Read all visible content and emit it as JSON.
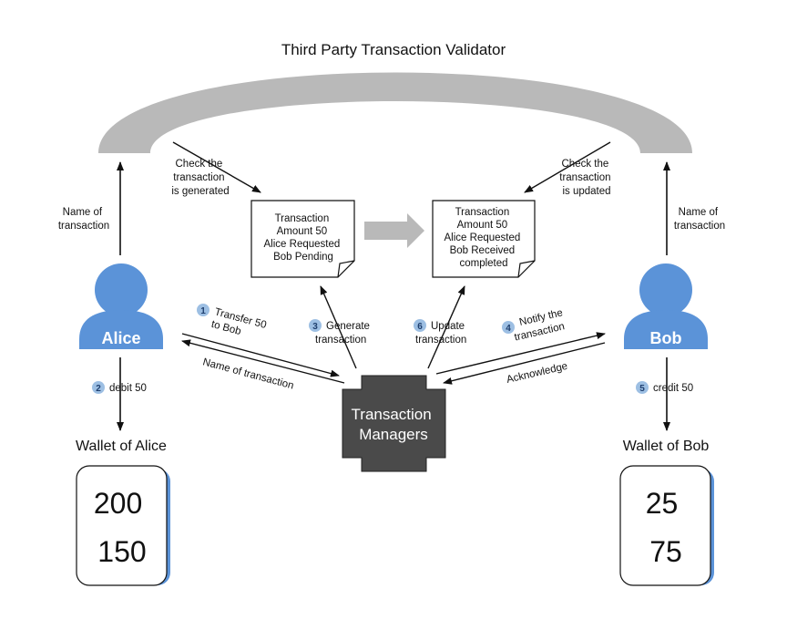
{
  "title": "Third Party Transaction Validator",
  "people": {
    "alice": {
      "name": "Alice"
    },
    "bob": {
      "name": "Bob"
    }
  },
  "labels": {
    "alice_name_of_transaction": [
      "Name of",
      "transaction"
    ],
    "bob_name_of_transaction": [
      "Name of",
      "transaction"
    ],
    "check_generated": [
      "Check the",
      "transaction",
      "is generated"
    ],
    "check_updated": [
      "Check the",
      "transaction",
      "is updated"
    ],
    "transfer": [
      "Transfer 50",
      "to Bob"
    ],
    "name_of_transaction_return": "Name of transaction",
    "generate": [
      "Generate",
      "transaction"
    ],
    "update": [
      "Update",
      "transaction"
    ],
    "notify": [
      "Notify the",
      "transaction"
    ],
    "acknowledge": "Acknowledge",
    "debit": "debit 50",
    "credit": "credit 50"
  },
  "steps": {
    "transfer": "1",
    "debit": "2",
    "generate": "3",
    "notify": "4",
    "credit": "5",
    "update": "6"
  },
  "documents": {
    "pending": [
      "Transaction",
      "Amount 50",
      "Alice Requested",
      "Bob Pending"
    ],
    "completed": [
      "Transaction",
      "Amount 50",
      "Alice Requested",
      "Bob Received",
      "completed"
    ]
  },
  "manager": [
    "Transaction",
    "Managers"
  ],
  "wallets": {
    "alice": {
      "title": "Wallet of Alice",
      "values": [
        "200",
        "150"
      ]
    },
    "bob": {
      "title": "Wallet of Bob",
      "values": [
        "25",
        "75"
      ]
    }
  },
  "colors": {
    "person": "#5b93d8",
    "arch": "#b9b9b9",
    "manager": "#4a4a4a",
    "step_badge": "#9dbfe3"
  }
}
